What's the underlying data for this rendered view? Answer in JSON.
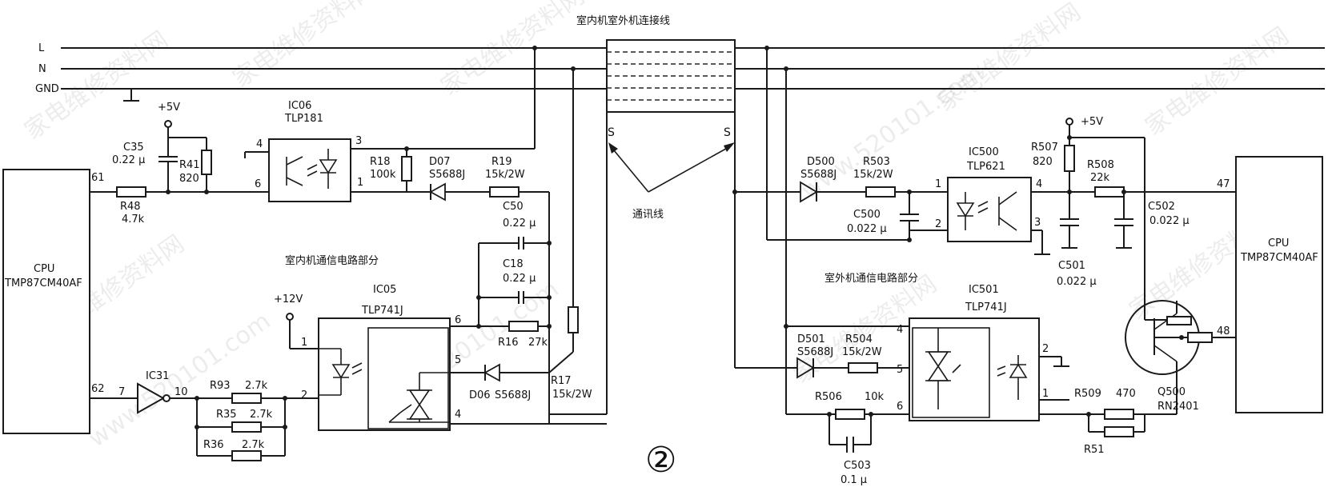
{
  "figure_number": "②",
  "bus": {
    "L": "L",
    "N": "N",
    "GND": "GND"
  },
  "connection_label": "室内机室外机连接线",
  "comm_line_label": "通讯线",
  "s_left": "S",
  "s_right": "S",
  "indoor": {
    "section_label": "室内机通信电路部分",
    "cpu": {
      "name": "CPU",
      "model": "TMP87CM40AF",
      "pin_61": "61",
      "pin_62": "62"
    },
    "vcc5": "+5V",
    "vcc12": "+12V",
    "ic06": {
      "ref": "IC06",
      "part": "TLP181",
      "pin4": "4",
      "pin3": "3",
      "pin6": "6",
      "pin1": "1"
    },
    "ic05": {
      "ref": "IC05",
      "part": "TLP741J",
      "pin1": "1",
      "pin2": "2",
      "pin6": "6",
      "pin5": "5",
      "pin4": "4"
    },
    "ic31": {
      "ref": "IC31",
      "pin7": "7",
      "pin10": "10"
    },
    "c35": {
      "ref": "C35",
      "value": "0.22 μ"
    },
    "r41": {
      "ref": "R41",
      "value": "820"
    },
    "r48": {
      "ref": "R48",
      "value": "4.7k"
    },
    "r18": {
      "ref": "R18",
      "value": "100k"
    },
    "d07": {
      "ref": "D07",
      "value": "S5688J"
    },
    "r19": {
      "ref": "R19",
      "value": "15k/2W"
    },
    "c50": {
      "ref": "C50",
      "value": "0.22 μ"
    },
    "c18": {
      "ref": "C18",
      "value": "0.22 μ"
    },
    "r16": {
      "ref": "R16",
      "value": "27k"
    },
    "d06": {
      "ref": "D06",
      "value": "S5688J"
    },
    "r17": {
      "ref": "R17",
      "value": "15k/2W"
    },
    "r93": {
      "ref": "R93",
      "value": "2.7k"
    },
    "r35": {
      "ref": "R35",
      "value": "2.7k"
    },
    "r36": {
      "ref": "R36",
      "value": "2.7k"
    }
  },
  "outdoor": {
    "section_label": "室外机通信电路部分",
    "cpu": {
      "name": "CPU",
      "model": "TMP87CM40AF",
      "pin_47": "47",
      "pin_48": "48"
    },
    "vcc5": "+5V",
    "d500": {
      "ref": "D500",
      "value": "S5688J"
    },
    "r503": {
      "ref": "R503",
      "value": "15k/2W"
    },
    "ic500": {
      "ref": "IC500",
      "part": "TLP621",
      "pin1": "1",
      "pin2": "2",
      "pin4": "4",
      "pin3": "3"
    },
    "c500": {
      "ref": "C500",
      "value": "0.022 μ"
    },
    "r507": {
      "ref": "R507",
      "value": "820"
    },
    "r508": {
      "ref": "R508",
      "value": "22k"
    },
    "c501": {
      "ref": "C501",
      "value": "0.022 μ"
    },
    "c502": {
      "ref": "C502",
      "value": "0.022 μ"
    },
    "ic501": {
      "ref": "IC501",
      "part": "TLP741J",
      "pin4": "4",
      "pin5": "5",
      "pin6": "6",
      "pin2": "2",
      "pin1": "1"
    },
    "d501": {
      "ref": "D501",
      "value": "S5688J"
    },
    "r504": {
      "ref": "R504",
      "value": "15k/2W"
    },
    "r506": {
      "ref": "R506",
      "value": "10k"
    },
    "c503": {
      "ref": "C503",
      "value": "0.1 μ"
    },
    "r509": {
      "ref": "R509",
      "value": "470"
    },
    "r51": {
      "ref": "R51"
    },
    "q500": {
      "ref": "Q500",
      "part": "RN2401"
    }
  },
  "watermark": {
    "site": "www.520101.com",
    "name": "家电维修资料网"
  }
}
